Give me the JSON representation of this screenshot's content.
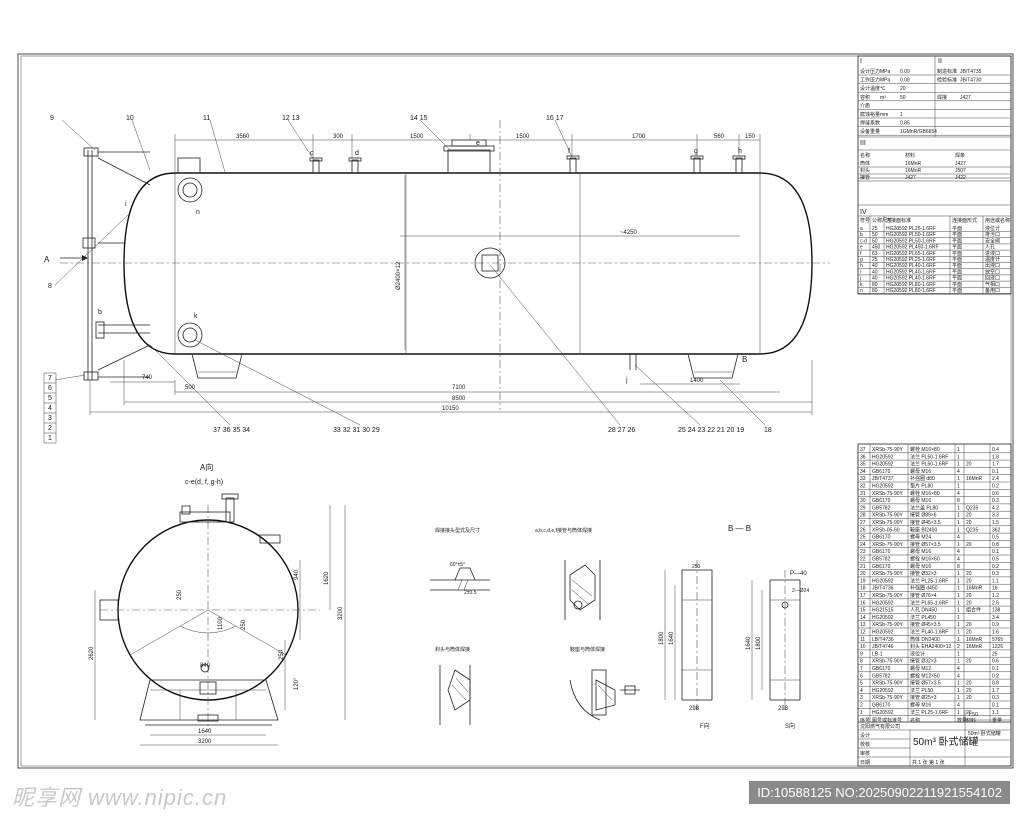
{
  "drawing": {
    "title": "50m³ 卧式储罐",
    "company": "沈阳燃气有限公司",
    "section_i": "I",
    "section_ii": "II",
    "section_iii": "III",
    "section_iv": "IV",
    "view_a": "A向",
    "view_b": "B — B",
    "view_f": "F向",
    "view_s": "S向",
    "arrow_a": "A",
    "arrow_b": "B",
    "dims_top": [
      "3560",
      "300",
      "1500",
      "1500",
      "1700",
      "560",
      "150"
    ],
    "dims_bottom": [
      "740",
      "500",
      "7100",
      "8500",
      "10150",
      "1400"
    ],
    "dim_dia": "Ø2400×12",
    "dim_4250": "~4250",
    "nozzle_letters": [
      "c",
      "d",
      "e",
      "f",
      "g",
      "h",
      "j",
      "k",
      "n",
      "i",
      "b"
    ],
    "callouts_top": [
      "9",
      "10",
      "11",
      "12  13",
      "14  15",
      "16  17"
    ],
    "callouts_bottom": [
      "37  36  35  34",
      "33  32  31  30  29",
      "28  27  26",
      "25  24  23  22  21  20  19",
      "18"
    ],
    "callouts_left": [
      "7",
      "6",
      "5",
      "4",
      "3",
      "2",
      "1",
      "8"
    ],
    "section_a_label": "c-e(d, f, g-h)",
    "section_a_dims": [
      "1620",
      "3200",
      "2620",
      "1640",
      "3200",
      "120°",
      "840",
      "940",
      "250",
      "250",
      "250",
      "1100"
    ],
    "bb_dims": [
      "250",
      "1800",
      "1640",
      "298",
      "P—40",
      "2—Ø24",
      "1640",
      "298",
      "1800"
    ],
    "detail_titles": [
      "焊接接头型式及尺寸",
      "a,b,c,d,e,f接管与筒体焊接",
      "封头与筒体焊接",
      "鞍座与筒体焊接"
    ],
    "detail_dims": [
      "60°±5°",
      "2±0.5"
    ]
  },
  "spec_table": {
    "rows": [
      [
        "设计压力",
        "MPa",
        "0.09",
        "制造标准",
        "JB/T4735"
      ],
      [
        "工作压力",
        "MPa",
        "0.08",
        "检验标准",
        "JB/T4730"
      ],
      [
        "设计温度",
        "℃",
        "20",
        "",
        ""
      ],
      [
        "容积",
        "m³",
        "50",
        "焊接",
        "J427"
      ],
      [
        "介质",
        "",
        "",
        "",
        ""
      ],
      [
        "腐蚀裕量",
        "mm",
        "1",
        "",
        ""
      ],
      [
        "焊缝系数",
        "",
        "0.85",
        "",
        ""
      ],
      [
        "设备重量",
        "",
        "1GMnR/GB6654",
        "",
        ""
      ]
    ],
    "materials_header": [
      "名称",
      "材料",
      "焊条"
    ],
    "materials": [
      [
        "筒体",
        "16MnR",
        "J427"
      ],
      [
        "封头",
        "16MnR",
        "J507"
      ],
      [
        "接管",
        "J427",
        "J422"
      ]
    ],
    "nozzle_header": [
      "符号",
      "公称尺寸",
      "连接面标准",
      "连接面形式",
      "用途或名称"
    ],
    "nozzles": [
      [
        "a",
        "25",
        "HG20592 PL25-1.6RF",
        "平面",
        "液位计"
      ],
      [
        "b",
        "50",
        "HG20592 PL50-1.6RF",
        "平面",
        "排污口"
      ],
      [
        "c-d",
        "50",
        "HG20592 PL50-1.6RF",
        "平面",
        "安全阀"
      ],
      [
        "e",
        "450",
        "HG20592 PL450-1.6RF",
        "平面",
        "人孔"
      ],
      [
        "f",
        "63",
        "HG20592 PL65-1.6RF",
        "平面",
        "进液口"
      ],
      [
        "g",
        "25",
        "HG20592 PL25-1.6RF",
        "平面",
        "温度计"
      ],
      [
        "h",
        "40",
        "HG20592 PL40-1.6RF",
        "平面",
        "出液口"
      ],
      [
        "i",
        "40",
        "HG20592 PL40-1.6RF",
        "平面",
        "放空口"
      ],
      [
        "j",
        "40",
        "HG20592 PL40-1.6RF",
        "平面",
        "回液口"
      ],
      [
        "k",
        "80",
        "HG20592 PL80-1.6RF",
        "平面",
        "气相口"
      ],
      [
        "n",
        "80",
        "HG20592 PL80-1.6RF",
        "平面",
        "备用口"
      ]
    ]
  },
  "bom": {
    "rows": [
      [
        "37",
        "XRSb-75-90Y",
        "螺栓 M16×80",
        "1",
        "",
        "0.4"
      ],
      [
        "36",
        "HG20592",
        "法兰 PL50-1.6RF",
        "1",
        "",
        "1.8"
      ],
      [
        "35",
        "HG20592",
        "法兰 PL50-1.6RF",
        "1",
        "20",
        "1.7"
      ],
      [
        "34",
        "GB6170",
        "螺母 M16",
        "4",
        "",
        "0.1"
      ],
      [
        "33",
        "JB/T4737",
        "补强圈 d80",
        "1",
        "16MnR",
        "2.4"
      ],
      [
        "32",
        "HG20592",
        "垫片 PL80",
        "1",
        "",
        "0.2"
      ],
      [
        "31",
        "XRSb-75-90Y",
        "螺栓 M16×80",
        "4",
        "",
        "0.6"
      ],
      [
        "30",
        "GB6170",
        "螺母 M16",
        "8",
        "",
        "0.3"
      ],
      [
        "29",
        "GB5782",
        "法兰盖 PL80",
        "1",
        "Q235",
        "4.2"
      ],
      [
        "28",
        "XRSb-75-90Y",
        "接管 Ø89×6",
        "1",
        "20",
        "3.3"
      ],
      [
        "27",
        "XRSb-75-90Y",
        "接管 Ø45×3.5",
        "1",
        "20",
        "1.5"
      ],
      [
        "26",
        "XRSb-05-60",
        "鞍座 BI2400",
        "1",
        "Q235",
        "362"
      ],
      [
        "25",
        "GB6170",
        "螺母 M24",
        "4",
        "",
        "0.5"
      ],
      [
        "24",
        "XRSb-75-90Y",
        "接管 Ø57×3.5",
        "1",
        "20",
        "0.8"
      ],
      [
        "23",
        "GB6170",
        "螺母 M16",
        "4",
        "",
        "0.1"
      ],
      [
        "22",
        "GB5782",
        "螺栓 M16×60",
        "4",
        "",
        "0.5"
      ],
      [
        "21",
        "GB6170",
        "螺母 M16",
        "8",
        "",
        "0.2"
      ],
      [
        "20",
        "XRSb-75-90Y",
        "接管 Ø32×3",
        "1",
        "20",
        "0.3"
      ],
      [
        "19",
        "HG20592",
        "法兰 PL25-1.6RF",
        "1",
        "20",
        "1.1"
      ],
      [
        "18",
        "JB/T4736",
        "补强圈 d450",
        "1",
        "16MnR",
        "16"
      ],
      [
        "17",
        "XRSb-75-90Y",
        "接管 Ø76×4",
        "1",
        "20",
        "1.2"
      ],
      [
        "16",
        "HG20592",
        "法兰 PL65-1.6RF",
        "1",
        "20",
        "2.6"
      ],
      [
        "15",
        "HG21515",
        "人孔 DN450",
        "1",
        "组合件",
        "138"
      ],
      [
        "14",
        "HG20592",
        "法兰 PL450",
        "1",
        "",
        "3.4"
      ],
      [
        "13",
        "XRSb-75-90Y",
        "接管 Ø45×3.5",
        "1",
        "20",
        "0.9"
      ],
      [
        "12",
        "HG20592",
        "法兰 PL40-1.6RF",
        "1",
        "20",
        "1.6"
      ],
      [
        "11",
        "LB/T4736",
        "筒体 DN2400",
        "1",
        "16MnR",
        "5765"
      ],
      [
        "10",
        "JB/T4746",
        "封头 EHA2400×12",
        "2",
        "16MnR",
        "1226"
      ],
      [
        "9",
        "LB-1",
        "液位计",
        "1",
        "",
        "25"
      ],
      [
        "8",
        "XRSb-75-90Y",
        "接管 Ø32×3",
        "1",
        "20",
        "0.6"
      ],
      [
        "7",
        "GB6170",
        "螺母 M12",
        "4",
        "",
        "0.1"
      ],
      [
        "6",
        "GB5782",
        "螺栓 M12×50",
        "4",
        "",
        "0.2"
      ],
      [
        "5",
        "XRSb-75-90Y",
        "接管 Ø57×3.5",
        "1",
        "20",
        "0.8"
      ],
      [
        "4",
        "HG20592",
        "法兰 PL50",
        "1",
        "20",
        "1.7"
      ],
      [
        "3",
        "XRSb-75-90Y",
        "接管 Ø25×3",
        "1",
        "20",
        "0.3"
      ],
      [
        "2",
        "GB6170",
        "螺母 M16",
        "4",
        "",
        "0.1"
      ],
      [
        "1",
        "HG20592",
        "法兰 PL25-1.6RF",
        "1",
        "20",
        "1.1"
      ]
    ],
    "header": [
      "序号",
      "图号或标准号",
      "名称",
      "数量",
      "材料",
      "重量"
    ],
    "title_block": {
      "scale": "1:50",
      "sheet": "共 1 张 第 1 张",
      "drawing_no": "50m³ 卧式储罐",
      "labels": [
        "设计",
        "校核",
        "审核",
        "日期"
      ]
    }
  },
  "watermark": {
    "left": "昵享网 www.nipic.cn",
    "right": "ID:10588125 NO:20250902211921554102"
  }
}
